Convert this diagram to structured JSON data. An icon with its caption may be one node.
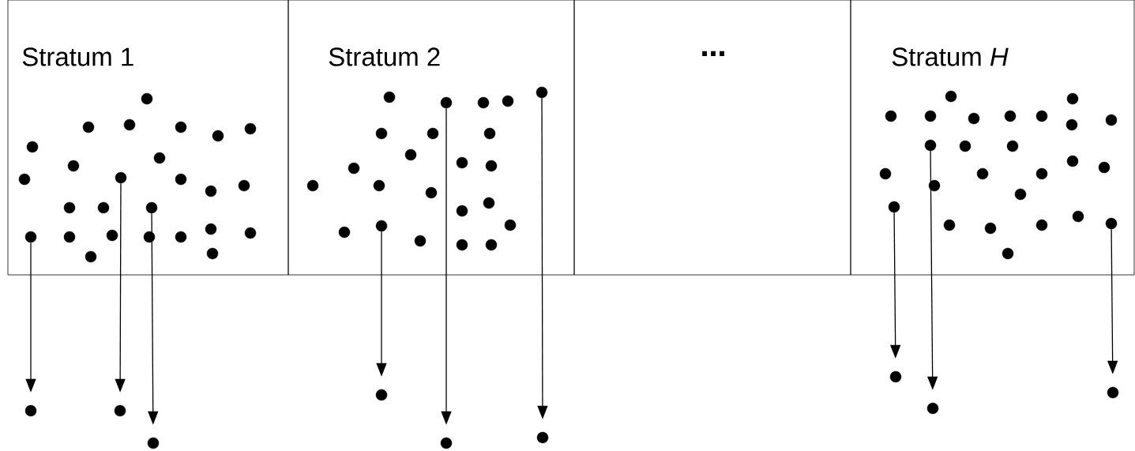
{
  "diagram": {
    "nodes": [
      {
        "text": [
          "Stratum 1"
        ]
      },
      {
        "text": [],
        "shape": "circle",
        "in": 0
      },
      {
        "text": [],
        "shape": "circle",
        "in": 0
      },
      {
        "text": [],
        "shape": "circle",
        "in": 0
      },
      {
        "text": [],
        "shape": "circle",
        "in": 0
      },
      {
        "text": [],
        "shape": "circle",
        "in": 0
      },
      {
        "text": [],
        "shape": "circle",
        "in": 0
      },
      {
        "text": [],
        "shape": "circle",
        "in": 0
      },
      {
        "text": [],
        "shape": "circle",
        "in": 0
      },
      {
        "text": [],
        "shape": "circle",
        "in": 0
      },
      {
        "text": [],
        "shape": "circle",
        "in": 0
      },
      {
        "text": [],
        "shape": "circle",
        "in": 0
      },
      {
        "text": [],
        "shape": "circle",
        "in": 0
      },
      {
        "text": [],
        "shape": "circle",
        "in": 0
      },
      {
        "text": [],
        "shape": "circle",
        "in": 0
      },
      {
        "text": [],
        "shape": "circle",
        "in": 0
      },
      {
        "text": [],
        "shape": "circle",
        "in": 0
      },
      {
        "text": [],
        "shape": "circle",
        "in": 0
      },
      {
        "text": [],
        "shape": "circle",
        "in": 0
      },
      {
        "text": [],
        "shape": "circle",
        "in": 0
      },
      {
        "text": [],
        "shape": "circle",
        "in": 0
      },
      {
        "text": [],
        "shape": "circle",
        "in": 0
      },
      {
        "text": [],
        "shape": "circle",
        "in": 0
      },
      {
        "text": [],
        "shape": "circle",
        "in": 0
      },
      {
        "text": [],
        "shape": "circle",
        "in": 0
      },
      {
        "text": [],
        "shape": "circle",
        "in": 0
      },
      {
        "text": [],
        "shape": "circle",
        "in": 0
      },
      {
        "text": [
          "Stratum 2"
        ]
      },
      {
        "text": [],
        "shape": "circle",
        "in": 27
      },
      {
        "text": [],
        "shape": "circle",
        "in": 27
      },
      {
        "text": [],
        "shape": "circle",
        "in": 27
      },
      {
        "text": [],
        "shape": "circle",
        "in": 27
      },
      {
        "text": [],
        "shape": "circle",
        "in": 27
      },
      {
        "text": [],
        "shape": "circle",
        "in": 27
      },
      {
        "text": [],
        "shape": "circle",
        "in": 27
      },
      {
        "text": [],
        "shape": "circle",
        "in": 27
      },
      {
        "text": [],
        "shape": "circle",
        "in": 27
      },
      {
        "text": [],
        "shape": "circle",
        "in": 27
      },
      {
        "text": [],
        "shape": "circle",
        "in": 27
      },
      {
        "text": [],
        "shape": "circle",
        "in": 27
      },
      {
        "text": [],
        "shape": "circle",
        "in": 27
      },
      {
        "text": [],
        "shape": "circle",
        "in": 27
      },
      {
        "text": [],
        "shape": "circle",
        "in": 27
      },
      {
        "text": [],
        "shape": "circle",
        "in": 27
      },
      {
        "text": [],
        "shape": "circle",
        "in": 27
      },
      {
        "text": [],
        "shape": "circle",
        "in": 27
      },
      {
        "text": [],
        "shape": "circle",
        "in": 27
      },
      {
        "text": [],
        "shape": "circle",
        "in": 27
      },
      {
        "text": [],
        "shape": "circle",
        "in": 27
      },
      {
        "text": [],
        "shape": "circle",
        "in": 27
      },
      {
        "text": [],
        "shape": "circle",
        "in": 27
      },
      {
        "text": [
          "⋯"
        ]
      },
      {
        "text": [
          "Stratum *H*"
        ]
      },
      {
        "text": [],
        "shape": "circle",
        "in": 52
      },
      {
        "text": [],
        "shape": "circle",
        "in": 52
      },
      {
        "text": [],
        "shape": "circle",
        "in": 52
      },
      {
        "text": [],
        "shape": "circle",
        "in": 52
      },
      {
        "text": [],
        "shape": "circle",
        "in": 52
      },
      {
        "text": [],
        "shape": "circle",
        "in": 52
      },
      {
        "text": [],
        "shape": "circle",
        "in": 52
      },
      {
        "text": [],
        "shape": "circle",
        "in": 52
      },
      {
        "text": [],
        "shape": "circle",
        "in": 52
      },
      {
        "text": [],
        "shape": "circle",
        "in": 52
      },
      {
        "text": [],
        "shape": "circle",
        "in": 52
      },
      {
        "text": [],
        "shape": "circle",
        "in": 52
      },
      {
        "text": [],
        "shape": "circle",
        "in": 52
      },
      {
        "text": [],
        "shape": "circle",
        "in": 52
      },
      {
        "text": [],
        "shape": "circle",
        "in": 52
      },
      {
        "text": [],
        "shape": "circle",
        "in": 52
      },
      {
        "text": [],
        "shape": "circle",
        "in": 52
      },
      {
        "text": [],
        "shape": "circle",
        "in": 52
      },
      {
        "text": [],
        "shape": "circle",
        "in": 52
      },
      {
        "text": [],
        "shape": "circle",
        "in": 52
      },
      {
        "text": [],
        "shape": "circle",
        "in": 52
      },
      {
        "text": [],
        "shape": "circle",
        "in": 52
      },
      {
        "text": [],
        "shape": "circle",
        "in": 52
      },
      {
        "text": [],
        "shape": "circle",
        "in": 52
      },
      {
        "text": [],
        "shape": "circle",
        "in": 52
      },
      {
        "text": [],
        "shape": "circle",
        "in": 52
      },
      {
        "text": [],
        "shape": "circle"
      },
      {
        "text": [],
        "shape": "circle"
      },
      {
        "text": [],
        "shape": "circle"
      },
      {
        "text": [],
        "shape": "circle"
      },
      {
        "text": [],
        "shape": "circle"
      },
      {
        "text": [],
        "shape": "circle"
      },
      {
        "text": [],
        "shape": "circle"
      },
      {
        "text": [],
        "shape": "circle"
      },
      {
        "text": [],
        "shape": "circle"
      }
    ],
    "edges": [
      {
        "from": 18,
        "to": 79,
        "arrow": "to"
      },
      {
        "from": 11,
        "to": 80,
        "arrow": "to"
      },
      {
        "from": 17,
        "to": 81,
        "arrow": "to"
      },
      {
        "from": 46,
        "to": 82,
        "arrow": "to"
      },
      {
        "from": 29,
        "to": 83,
        "arrow": "to"
      },
      {
        "from": 32,
        "to": 84,
        "arrow": "to"
      },
      {
        "from": 72,
        "to": 85,
        "arrow": "to"
      },
      {
        "from": 62,
        "to": 86,
        "arrow": "to"
      },
      {
        "from": 77,
        "to": 87,
        "arrow": "to"
      }
    ]
  }
}
